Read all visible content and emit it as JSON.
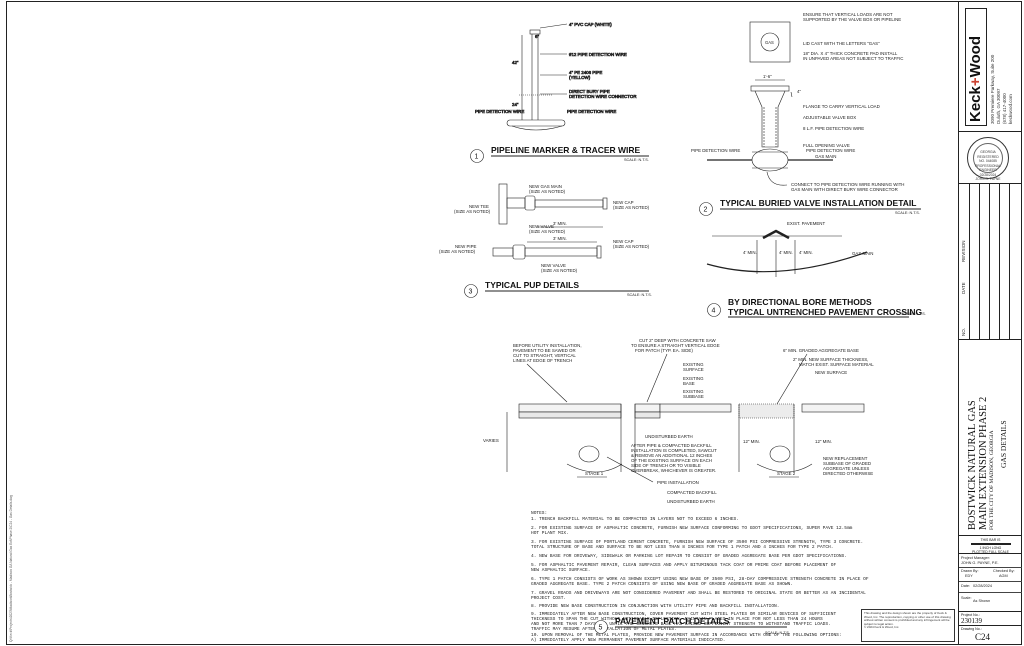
{
  "file_path": "Q:\\Keck\\Projects\\2023\\Madison\\Bostwick - Madison GA Natural Gas Ext\\Phase 2\\C24 - Gas Details.dwg",
  "details": {
    "d1": {
      "number": "1",
      "title": "PIPELINE MARKER & TRACER WIRE",
      "scale": "SCALE: N.T.S.",
      "labels": [
        "4\" PVC CAP (WHITE)",
        "#12 PIPE DETECTION WIRE",
        "4\" PE 2406 PIPE",
        "(YELLOW)",
        "DIRECT BURY PIPE",
        "DETECTION WIRE CONNECTOR",
        "PIPE DETECTION WIRE",
        "PIPE DETECTION WIRE"
      ],
      "dims": [
        "6\"",
        "42\"",
        "24\""
      ]
    },
    "d2": {
      "number": "2",
      "title": "TYPICAL BURIED VALVE INSTALLATION DETAIL",
      "scale": "SCALE: N.T.S.",
      "labels": [
        "ENSURE THAT VERTICAL LOADS ARE NOT",
        "SUPPORTED BY THE VALVE BOX OR PIPELINE",
        "LID CAST WITH THE LETTERS \"GAS\"",
        "18\" DIA. X 4\" THICK CONCRETE PAD INSTALL",
        "IN UNPAVED AREAS NOT SUBJECT TO TRAFFIC",
        "FLANGE TO CARRY VERTICAL LOAD",
        "ADJUSTABLE VALVE BOX",
        "8 L.F. PIPE DETECTION WIRE",
        "FULL OPENING VALVE",
        "PIPE DETECTION WIRE",
        "GAS MAIN",
        "PIPE DETECTION WIRE",
        "CONNECT TO PIPE DETECTION WIRE RUNNING WITH",
        "GAS MAIN WITH DIRECT BURY WIRE CONNECTOR"
      ],
      "lid_text": "GAS",
      "dims": [
        "1'-6\"",
        "4\""
      ]
    },
    "d3": {
      "number": "3",
      "title": "TYPICAL PUP DETAILS",
      "scale": "SCALE: N.T.S.",
      "labels": [
        "NEW GAS MAIN",
        "(SIZE AS NOTED)",
        "NEW TEE",
        "(SIZE AS NOTED)",
        "NEW CAP",
        "(SIZE AS NOTED)",
        "NEW VALVE",
        "(SIZE AS NOTED)",
        "NEW PIPE",
        "(SIZE AS NOTED)",
        "NEW CAP",
        "(SIZE AS NOTED)",
        "NEW VALVE",
        "(SIZE AS NOTED)"
      ],
      "dims": [
        "3' MIN.",
        "3' MIN."
      ]
    },
    "d4": {
      "number": "4",
      "title": "BY DIRECTIONAL BORE METHODS",
      "subtitle": "TYPICAL UNTRENCHED PAVEMENT CROSSING",
      "scale": "SCALE: N.T.S.",
      "labels": [
        "EXIST. PAVEMENT",
        "GAS MAIN"
      ],
      "dims": [
        "4' MIN.",
        "4' MIN.",
        "4' MIN."
      ]
    },
    "d5": {
      "number": "5",
      "title": "PAVEMENT PATCH DETAILS",
      "scale": "SCALE: N.T.S.",
      "labels_left": [
        "BEFORE UTILITY INSTALLATION,",
        "PAVEMENT TO BE SAWED OR",
        "CUT TO STRAIGHT, VERTICAL",
        "LINES AT EDGE OF TRENCH"
      ],
      "labels_mid_top": [
        "CUT 2\" DEEP WITH CONCRETE SAW",
        "TO ENSURE A STRAIGHT VERTICAL EDGE",
        "FOR PATCH (TYP. EA. SIDE)"
      ],
      "labels_existing": [
        "EXISTING",
        "SURFACE",
        "EXISTING",
        "BASE",
        "EXISTING",
        "SUBBASE",
        "UNDISTURBED EARTH"
      ],
      "labels_after": [
        "AFTER PIPE & COMPACTED BACKFILL",
        "INSTALLATION IS COMPLETED, SAWCUT",
        "& REMOVE AN ADDITIONAL 12 INCHES",
        "OF THE EXISTING SURFACE ON EACH",
        "SIDE OF TRENCH OR TO VISIBLE",
        "OVERBREAK, WHICHEVER IS GREATER."
      ],
      "labels_right_top": [
        "6\" MIN. GRADED AGGREGATE BASE",
        "2\" MIN. NEW SURFACE THICKNESS,",
        "MATCH EXIST. SURFACE MATERIAL",
        "NEW SURFACE"
      ],
      "labels_right": [
        "NEW REPLACEMENT",
        "SUBBASE OF GRADED",
        "AGGREGATE UNLESS",
        "DIRECTED OTHERWISE"
      ],
      "labels_bottom": [
        "PIPE INSTALLATION",
        "COMPACTED BACKFILL",
        "UNDISTURBED EARTH"
      ],
      "varies": "VARIES",
      "dim_12": [
        "12\" MIN.",
        "12\" MIN."
      ],
      "stage1": "STAGE 1",
      "stage2": "STAGE 2"
    }
  },
  "notes": {
    "heading": "NOTES:",
    "items": [
      "1.  TRENCH BACKFILL MATERIAL TO BE COMPACTED IN LAYERS NOT TO EXCEED 6 INCHES.",
      "2.  FOR EXISTING SURFACE OF ASPHALTIC CONCRETE, FURNISH NEW SURFACE CONFORMING TO GDOT SPECIFICATIONS, SUPER PAVE 12.5mm",
      "    HOT PLANT MIX.",
      "3.  FOR EXISTING SURFACE OF PORTLAND CEMENT CONCRETE, FURNISH NEW SURFACE OF 3500 PSI COMPRESSIVE STRENGTH, TYPE 3 CONCRETE.",
      "    TOTAL STRUCTURE OF BASE AND SURFACE TO BE NOT LESS THAN 8 INCHES FOR TYPE 1 PATCH AND 4 INCHES FOR TYPE 2 PATCH.",
      "4.  NEW BASE FOR DRIVEWAY, SIDEWALK OR PARKING LOT REPAIR TO CONSIST OF GRADED AGGREGATE BASE PER GDOT SPECIFICATIONS.",
      "5.  FOR ASPHALTIC PAVEMENT REPAIR, CLEAN SURFACES AND APPLY BITUMINOUS TACK COAT OR PRIME COAT BEFORE PLACEMENT OF",
      "    NEW ASPHALTIC SURFACE.",
      "6.  TYPE 1 PATCH CONSISTS OF WORK AS SHOWN EXCEPT USING NEW BASE OF 3500 PSI, 28-DAY COMPRESSIVE STRENGTH CONCRETE IN PLACE OF",
      "    GRADED AGGREGATE BASE.  TYPE 2 PATCH CONSISTS OF USING NEW BASE OF GRADED AGGREGATE BASE AS SHOWN.",
      "7.  GRAVEL ROADS AND DRIVEWAYS ARE NOT CONSIDERED PAVEMENT AND SHALL BE RESTORED TO ORIGINAL STATE OR BETTER AS AN INCIDENTAL",
      "    PROJECT COST.",
      "8.  PROVIDE NEW BASE CONSTRUCTION IN CONJUNCTION WITH UTILITY PIPE AND BACKFILL INSTALLATION.",
      "9.  IMMEDIATELY AFTER NEW BASE CONSTRUCTION, COVER PAVEMENT CUT WITH STEEL PLATES OR SIMILAR DEVICES OF SUFFICIENT",
      "    THICKNESS TO SPAN THE CUT WITHOUT NOTICEABLE DEFLECTION.  MAINTAIN PLATES IN PLACE FOR NOT LESS THAN 24 HOURS",
      "    AND NOT MORE THAN 7 DAYS AND UNTIL THE CONCRETE BASE HAS GAINED SUFFICIENT STRENGTH TO WITHSTAND TRAFFIC LOADS.",
      "    TRAFFIC MAY RESUME AFTER INSTALLATION OF METAL PLATES.",
      "10. UPON REMOVAL OF THE METAL PLATES, PROVIDE NEW PAVEMENT SURFACE IN ACCORDANCE WITH ONE OF THE FOLLOWING OPTIONS:",
      "    A)  IMMEDIATELY APPLY NEW PERMANENT PAVEMENT SURFACE MATERIALS INDICATED."
    ]
  },
  "copyright": {
    "text": "This drawing and the design shown are the property of Keck & Wood, Inc. The reproduction, copying or other use of this drawing without written consent is prohibited and any infringement will be subject to legal action.",
    "year_line": "© 2024 Keck & Wood, Inc."
  },
  "title_block": {
    "logo_left": "Keck",
    "logo_plus": "+",
    "logo_right": "Wood",
    "address": [
      "3090 Premiere Parkway, Suite 200",
      "Duluth, GA 30097",
      "(678) 417-4000",
      "keckwood.com"
    ],
    "seal": [
      "GEORGIA",
      "REGISTERED",
      "NO. 044085",
      "PROFESSIONAL",
      "ENGINEER",
      "02/28/2024",
      "JOHN G. PAYNE"
    ],
    "revision_headers": [
      "NO.",
      "DATE",
      "REVISION"
    ],
    "project_title_1": "BOSTWICK NATURAL GAS",
    "project_title_2": "MAIN EXTENSION PHASE 2",
    "project_title_3": "FOR THE CITY OF MADISON, GEORGIA",
    "sheet_name": "GAS DETAILS",
    "bar_text_1": "THIS BAR IS",
    "bar_text_2": "1 INCH LONG",
    "bar_text_3": "PLOTTED FULL SCALE",
    "project_manager_label": "Project Manager:",
    "project_manager": "JOHN G. PAYNE, P.E.",
    "drawn_by_label": "Drawn By:",
    "drawn_by": "EDY",
    "checked_by_label": "Checked By:",
    "checked_by": "AGM",
    "date_label": "Date:",
    "date": "02/28/2024",
    "scale_label": "Scale:",
    "scale": "As Shown",
    "project_no_label": "Project No.:",
    "project_no": "230139",
    "drawing_no_label": "Drawing No.:",
    "drawing_no": "C24"
  }
}
